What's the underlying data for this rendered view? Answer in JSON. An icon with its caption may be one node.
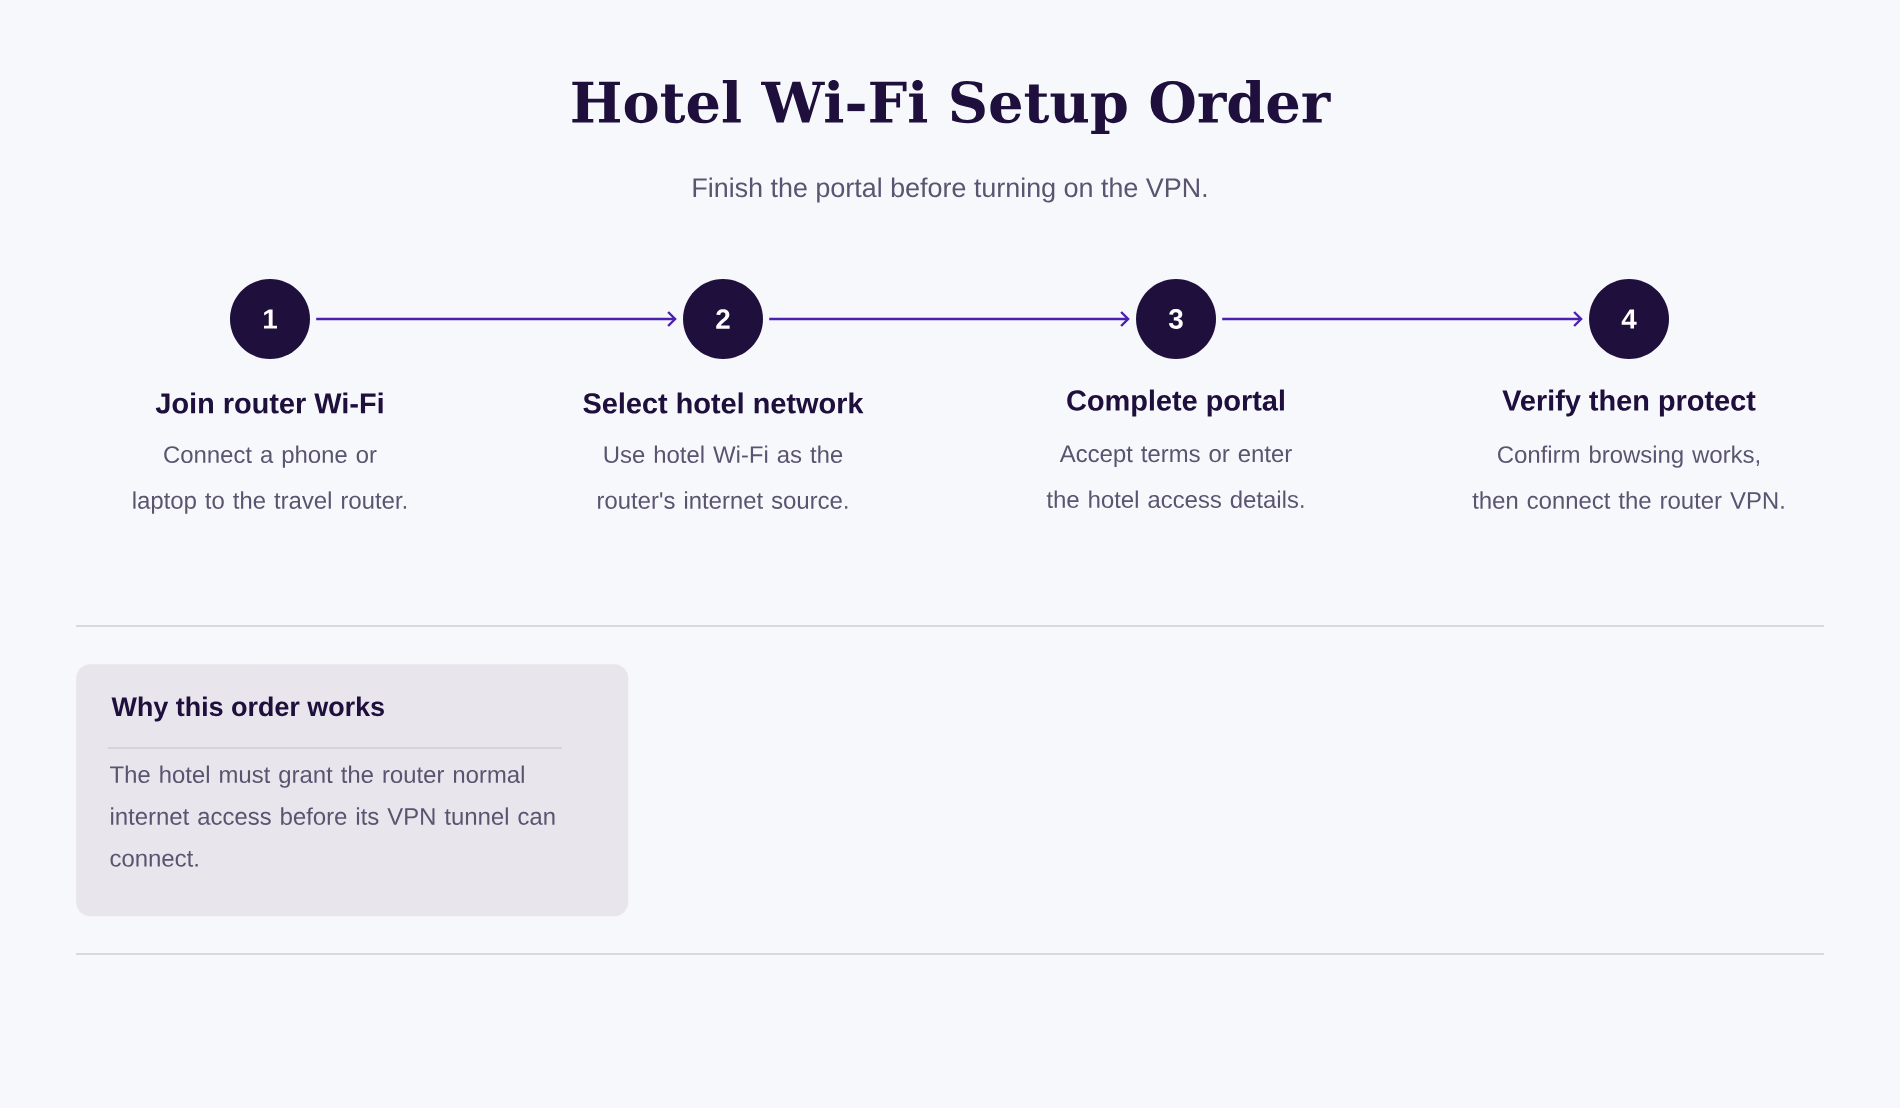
{
  "diagram": {
    "title": "Hotel Wi-Fi Setup Order",
    "caption": "Finish the portal before turning on the VPN.",
    "nodes": [
      {
        "text": [
          "1",
          "Join router Wi-Fi",
          "Connect a phone or laptop to the travel router."
        ]
      },
      {
        "text": [
          "2",
          "Select hotel network",
          "Use hotel Wi-Fi as the router's internet source."
        ]
      },
      {
        "text": [
          "3",
          "Complete portal",
          "Accept terms or enter the hotel access details."
        ]
      },
      {
        "text": [
          "4",
          "Verify then protect",
          "Confirm browsing works, then connect the router VPN."
        ]
      },
      {
        "text": [
          "Why this order works",
          "The hotel must grant the router normal internet access before its VPN tunnel can connect."
        ]
      }
    ],
    "edges": [
      {
        "from": 0,
        "to": 1,
        "arrow": "to"
      },
      {
        "from": 1,
        "to": 2,
        "arrow": "to"
      },
      {
        "from": 2,
        "to": 3,
        "arrow": "to"
      }
    ]
  }
}
